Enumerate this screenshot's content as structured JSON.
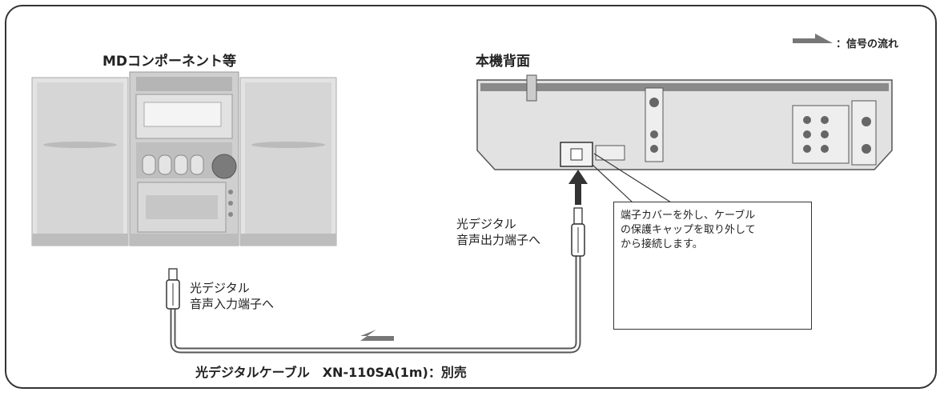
{
  "legend": {
    "text": "：信号の流れ"
  },
  "md_component": {
    "title": "MDコンポーネント等"
  },
  "unit_back": {
    "title": "本機背面"
  },
  "output_terminal_label": "光デジタル\n音声出力端子へ",
  "input_terminal_label": "光デジタル\n音声入力端子へ",
  "callout": {
    "text": "端子カバーを外し、ケーブル\nの保護キャップを取り外して\nから接続します。"
  },
  "cable_caption": "光デジタルケーブル　XN-110SA(1m)：別売",
  "colors": {
    "arrow": "#666666",
    "frame": "#333333",
    "panel": "#888888",
    "speaker": "#dcdcdc"
  }
}
